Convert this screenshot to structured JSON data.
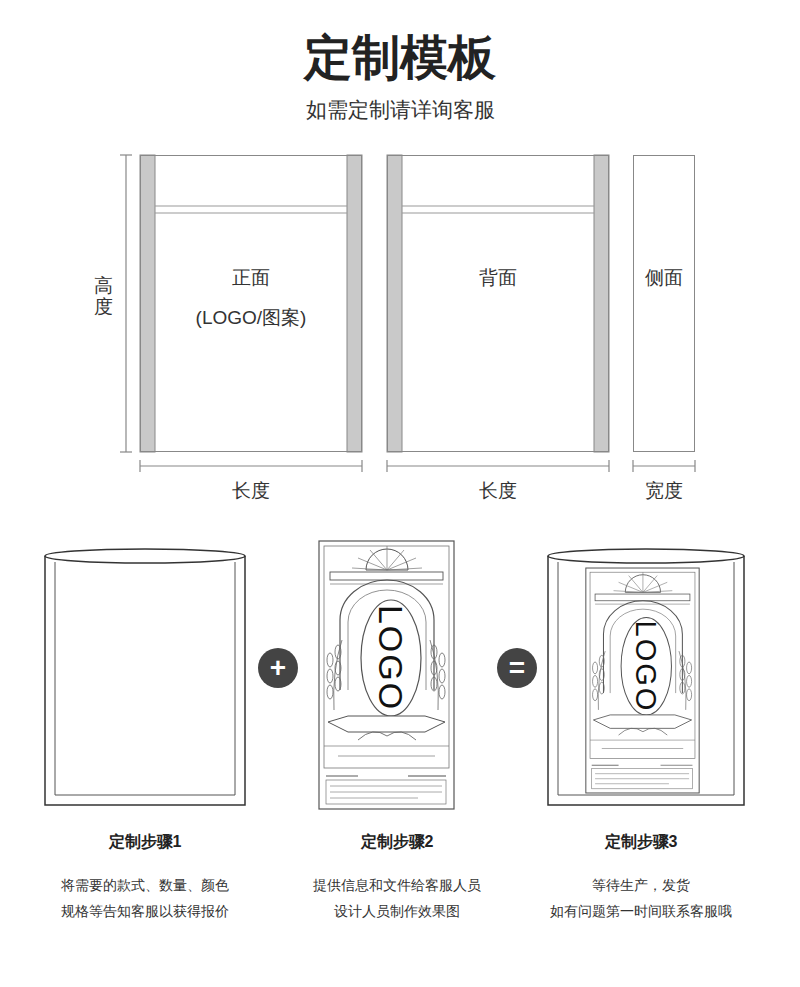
{
  "diagram": {
    "title": "定制模板",
    "nodes": [
      {
        "text": [
          "正面",
          "(LOGO/图案)"
        ]
      },
      {
        "text": [
          "背面"
        ]
      },
      {
        "text": [
          "侧面"
        ]
      },
      {
        "text": [
          "+"
        ]
      },
      {
        "text": [
          "="
        ]
      }
    ],
    "labels": [
      "如需定制请详询客服",
      "高度",
      "长度",
      "长度",
      "宽度",
      "LOGO",
      "LOGO",
      "定制步骤1",
      "将需要的款式、数量、颜色 规格等告知客服以获得报价",
      "定制步骤2",
      "提供信息和文件给客服人员 设计人员制作效果图",
      "定制步骤3",
      "等待生产，发货 如有问题第一时间联系客服哦"
    ]
  }
}
